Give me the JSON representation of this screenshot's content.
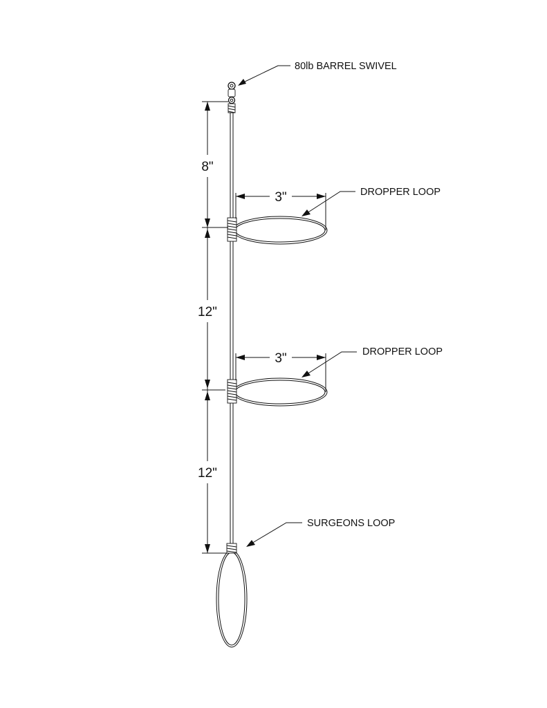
{
  "callouts": {
    "swivel": "80lb BARREL SWIVEL",
    "dropper_1": "DROPPER LOOP",
    "dropper_2": "DROPPER LOOP",
    "surgeons": "SURGEONS LOOP"
  },
  "dimensions": {
    "top_spacing": "8\"",
    "middle_spacing": "12\"",
    "bottom_spacing": "12\"",
    "loop_1_width": "3\"",
    "loop_2_width": "3\""
  },
  "colors": {
    "line": "#111111",
    "background": "#ffffff"
  }
}
